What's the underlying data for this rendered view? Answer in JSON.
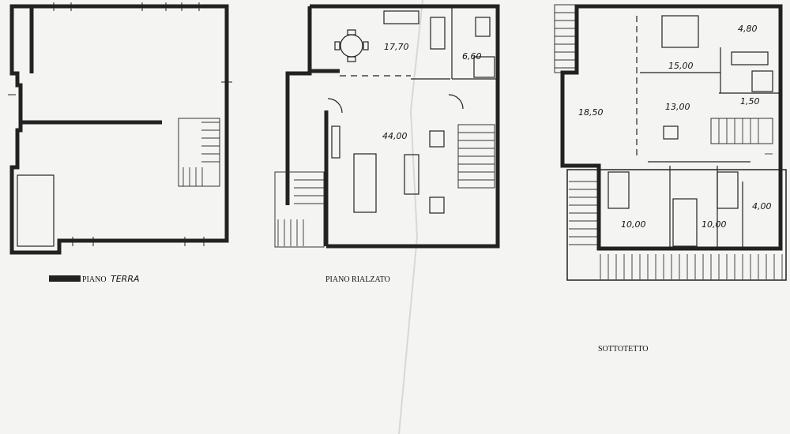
{
  "plans": {
    "ground": {
      "title_print": "PIANO",
      "title_hand": "TERRA"
    },
    "raised": {
      "title": "PIANO RIALZATO",
      "areas": [
        "17,70",
        "6,60",
        "44,00"
      ]
    },
    "attic": {
      "title": "SOTTOTETTO",
      "areas": [
        "18,50",
        "15,00",
        "4,80",
        "13,00",
        "1,50",
        "10,00",
        "10,00",
        "4,00"
      ]
    }
  }
}
